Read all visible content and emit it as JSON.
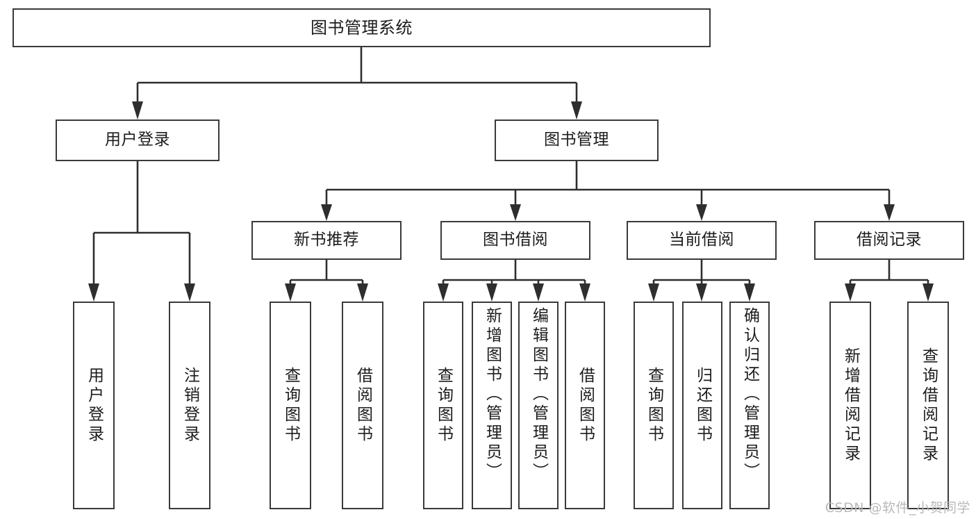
{
  "diagram": {
    "title": "图书管理系统",
    "watermark": "CSDN @软件_小贺同学",
    "colors": {
      "box_border": "#3a3a3a",
      "connector": "#2e2e2e",
      "text": "#1c1c1c",
      "background": "#ffffff",
      "watermark": "#b9b9b9"
    },
    "root": {
      "label": "图书管理系统"
    },
    "level1": [
      {
        "label": "用户登录"
      },
      {
        "label": "图书管理"
      }
    ],
    "level2": [
      {
        "label": "新书推荐"
      },
      {
        "label": "图书借阅"
      },
      {
        "label": "当前借阅"
      },
      {
        "label": "借阅记录"
      }
    ],
    "leaves": {
      "user_login": [
        {
          "label": "用户登录"
        },
        {
          "label": "注销登录"
        }
      ],
      "new_book_recommend": [
        {
          "label": "查询图书"
        },
        {
          "label": "借阅图书"
        }
      ],
      "book_borrow": [
        {
          "label": "查询图书"
        },
        {
          "label": "新增图书（管理员）"
        },
        {
          "label": "编辑图书（管理员）"
        },
        {
          "label": "借阅图书"
        }
      ],
      "current_borrow": [
        {
          "label": "查询图书"
        },
        {
          "label": "归还图书"
        },
        {
          "label": "确认归还（管理员）"
        }
      ],
      "borrow_record": [
        {
          "label": "新增借阅记录"
        },
        {
          "label": "查询借阅记录"
        }
      ]
    }
  }
}
